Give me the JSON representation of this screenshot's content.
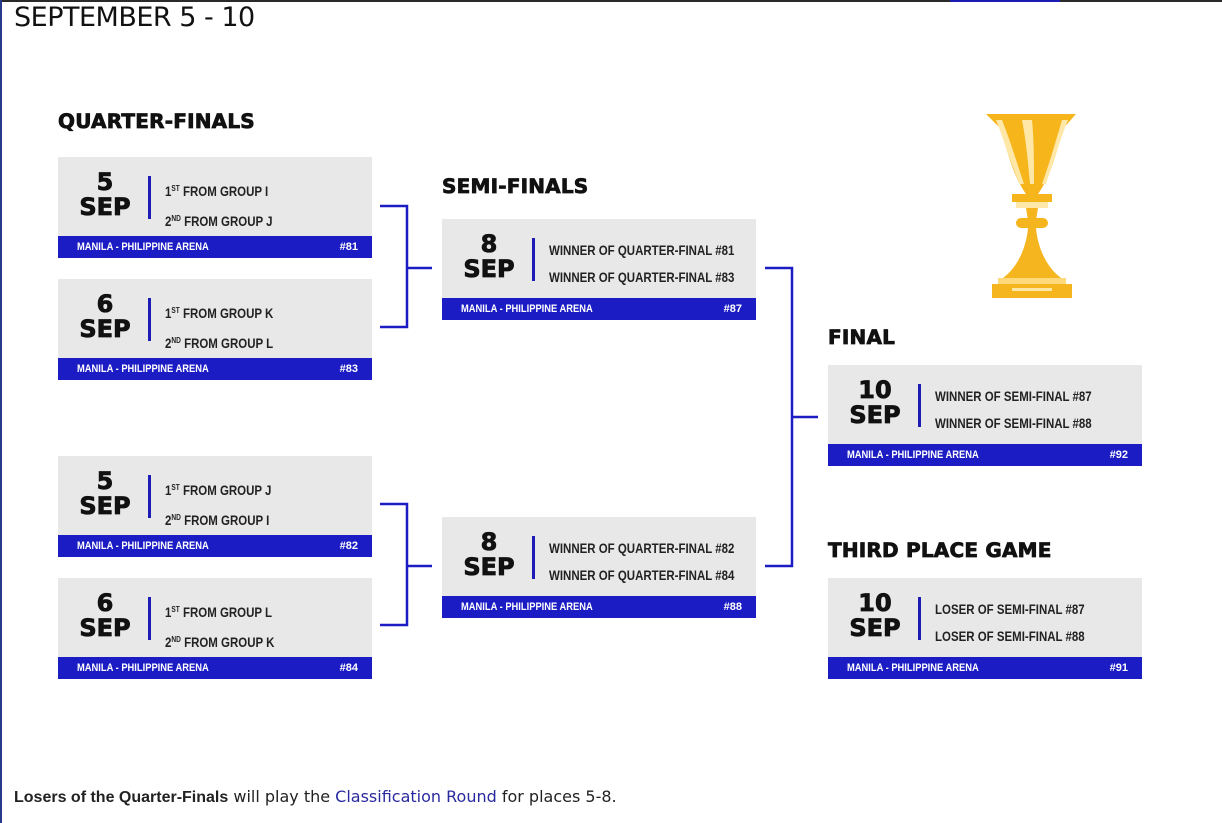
{
  "page_title": "SEPTEMBER 5 - 10",
  "rounds": {
    "quarter_finals": "QUARTER-FINALS",
    "semi_finals": "SEMI-FINALS",
    "final": "FINAL",
    "third_place": "THIRD PLACE GAME"
  },
  "colors": {
    "accent_blue": "#1c1cc4",
    "card_gray": "#e8e8e8",
    "trophy_gold": "#f5b51e",
    "link": "#2a2aa0"
  },
  "matches": {
    "qf1": {
      "day": "5",
      "month": "SEP",
      "team1_rank": "1",
      "team1_suffix": "ST",
      "team1_text": " FROM GROUP I",
      "team2_rank": "2",
      "team2_suffix": "ND",
      "team2_text": " FROM GROUP J",
      "venue": "MANILA - PHILIPPINE ARENA",
      "number": "#81"
    },
    "qf2": {
      "day": "6",
      "month": "SEP",
      "team1_rank": "1",
      "team1_suffix": "ST",
      "team1_text": " FROM GROUP K",
      "team2_rank": "2",
      "team2_suffix": "ND",
      "team2_text": " FROM GROUP L",
      "venue": "MANILA - PHILIPPINE ARENA",
      "number": "#83"
    },
    "qf3": {
      "day": "5",
      "month": "SEP",
      "team1_rank": "1",
      "team1_suffix": "ST",
      "team1_text": " FROM GROUP J",
      "team2_rank": "2",
      "team2_suffix": "ND",
      "team2_text": " FROM GROUP I",
      "venue": "MANILA - PHILIPPINE ARENA",
      "number": "#82"
    },
    "qf4": {
      "day": "6",
      "month": "SEP",
      "team1_rank": "1",
      "team1_suffix": "ST",
      "team1_text": " FROM GROUP L",
      "team2_rank": "2",
      "team2_suffix": "ND",
      "team2_text": " FROM GROUP K",
      "venue": "MANILA - PHILIPPINE ARENA",
      "number": "#84"
    },
    "sf1": {
      "day": "8",
      "month": "SEP",
      "team1": "WINNER OF QUARTER-FINAL #81",
      "team2": "WINNER OF QUARTER-FINAL #83",
      "venue": "MANILA - PHILIPPINE ARENA",
      "number": "#87"
    },
    "sf2": {
      "day": "8",
      "month": "SEP",
      "team1": "WINNER OF QUARTER-FINAL #82",
      "team2": "WINNER OF QUARTER-FINAL #84",
      "venue": "MANILA - PHILIPPINE ARENA",
      "number": "#88"
    },
    "final": {
      "day": "10",
      "month": "SEP",
      "team1": "WINNER OF SEMI-FINAL #87",
      "team2": "WINNER OF SEMI-FINAL #88",
      "venue": "MANILA - PHILIPPINE ARENA",
      "number": "#92"
    },
    "third": {
      "day": "10",
      "month": "SEP",
      "team1": "LOSER OF SEMI-FINAL #87",
      "team2": "LOSER OF SEMI-FINAL #88",
      "venue": "MANILA - PHILIPPINE ARENA",
      "number": "#91"
    }
  },
  "trophy_icon": "trophy-icon",
  "footer": {
    "bold_text": "Losers of the Quarter-Finals",
    "text1": " will play the ",
    "link_text": "Classification Round",
    "text2": " for places 5-8."
  }
}
